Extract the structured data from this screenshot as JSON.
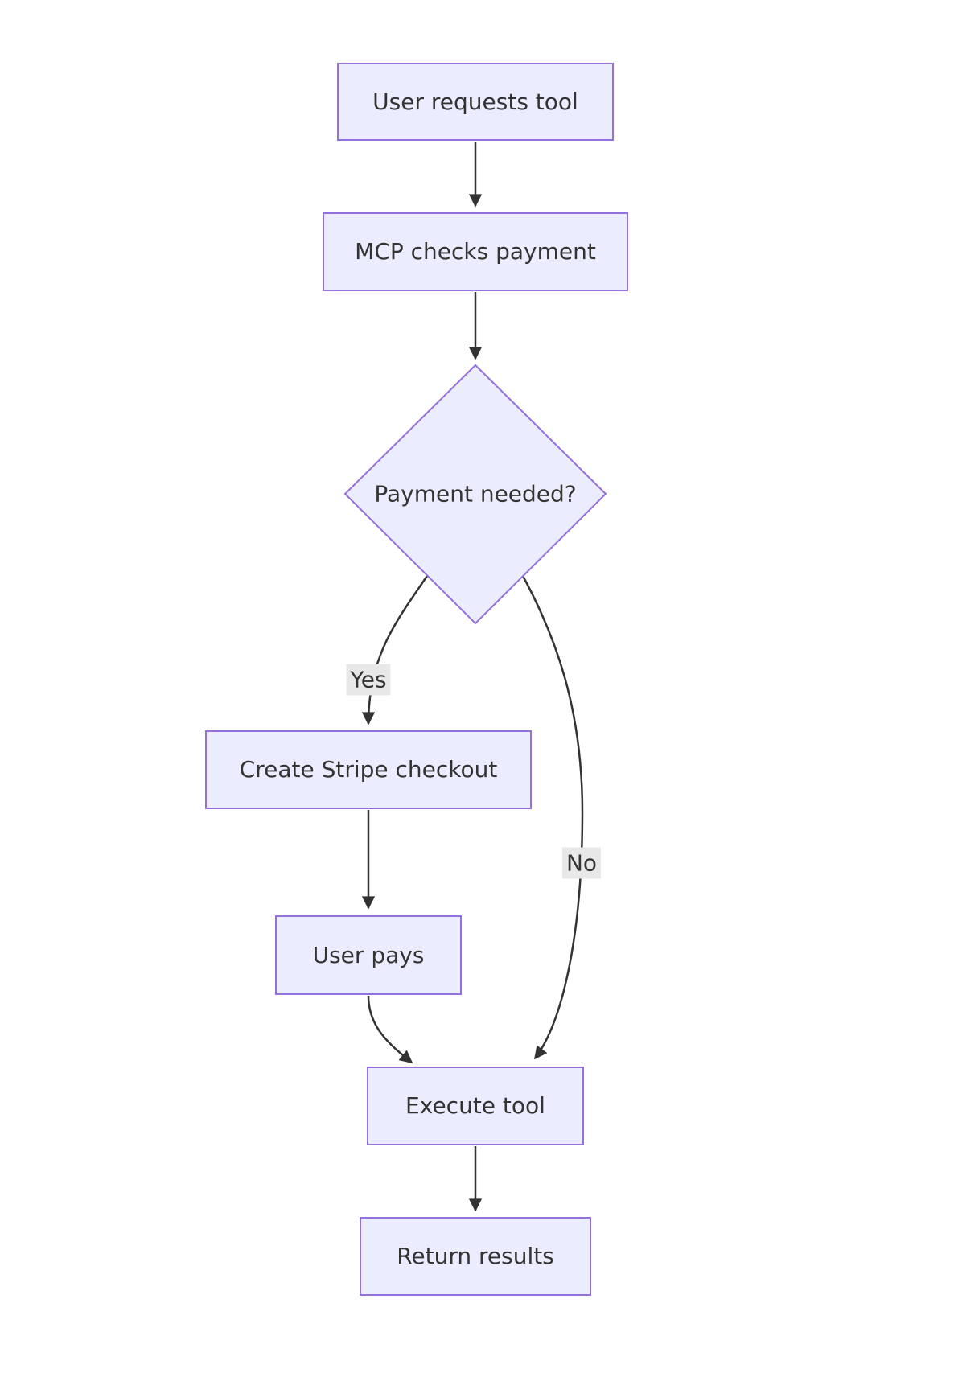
{
  "diagram": {
    "type": "flowchart",
    "direction": "top-down",
    "nodes": [
      {
        "id": "A",
        "label": "User requests tool",
        "shape": "rect"
      },
      {
        "id": "B",
        "label": "MCP checks payment",
        "shape": "rect"
      },
      {
        "id": "C",
        "label": "Payment needed?",
        "shape": "diamond"
      },
      {
        "id": "D",
        "label": "Create Stripe checkout",
        "shape": "rect"
      },
      {
        "id": "E",
        "label": "User pays",
        "shape": "rect"
      },
      {
        "id": "F",
        "label": "Execute tool",
        "shape": "rect"
      },
      {
        "id": "G",
        "label": "Return results",
        "shape": "rect"
      }
    ],
    "edges": [
      {
        "from": "A",
        "to": "B",
        "label": ""
      },
      {
        "from": "B",
        "to": "C",
        "label": ""
      },
      {
        "from": "C",
        "to": "D",
        "label": "Yes"
      },
      {
        "from": "D",
        "to": "E",
        "label": ""
      },
      {
        "from": "E",
        "to": "F",
        "label": ""
      },
      {
        "from": "C",
        "to": "F",
        "label": "No"
      },
      {
        "from": "F",
        "to": "G",
        "label": ""
      }
    ],
    "colors": {
      "node_fill": "#ECECFF",
      "node_border": "#9370DB",
      "edge": "#333333",
      "text": "#333333",
      "edge_label_background": "#e8e8e8",
      "background": "#ffffff"
    }
  }
}
